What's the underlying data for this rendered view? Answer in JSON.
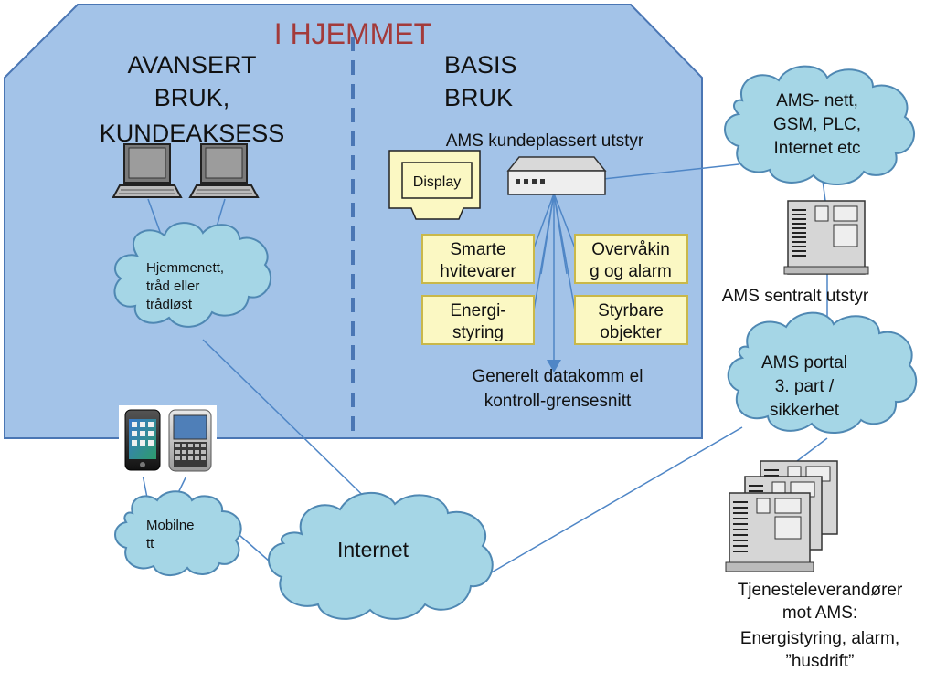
{
  "title": "I HJEMMET",
  "colors": {
    "home_fill": "#a3c3e8",
    "home_stroke": "#4a76b4",
    "cloud_fill": "#a5d6e6",
    "cloud_stroke": "#4f88b3",
    "box_fill": "#fbf8c3",
    "box_stroke": "#c9b84a",
    "title_color": "#a33a3a",
    "line_color": "#4f86c6"
  },
  "left_section": {
    "lines": [
      "AVANSERT",
      "BRUK,",
      "KUNDEAKSESS"
    ]
  },
  "right_section": {
    "lines": [
      "BASIS",
      "BRUK"
    ]
  },
  "ams_equipment_label": "AMS kundeplassert utstyr",
  "display_label": "Display",
  "feature_boxes": {
    "smart_appliances": [
      "Smarte",
      "hvitevarer"
    ],
    "monitoring_alarm": [
      "Overvåkin",
      "g og alarm"
    ],
    "energy_control": [
      "Energi-",
      "styring"
    ],
    "controllable_objects": [
      "Styrbare",
      "objekter"
    ]
  },
  "datacomm_label": [
    "Generelt datakomm el",
    "kontroll-grensesnitt"
  ],
  "clouds": {
    "home_network": [
      "Hjemmenett,",
      "tråd eller",
      "trådløst"
    ],
    "ams_network": [
      "AMS- nett,",
      "GSM, PLC,",
      "Internet etc"
    ],
    "ams_portal": [
      "AMS portal",
      "3. part /",
      "sikkerhet"
    ],
    "mobile_network": [
      "Mobilne",
      "tt"
    ],
    "internet": "Internet"
  },
  "ams_central_label": "AMS sentralt utstyr",
  "service_providers_label": [
    "Tjenesteleverandører",
    "mot AMS:",
    "Energistyring, alarm,",
    "”husdrift”"
  ],
  "icons": [
    "laptop-icon",
    "laptop-icon",
    "display-icon",
    "router-icon",
    "server-icon",
    "smartphone-icon",
    "blackberry-phone-icon",
    "server-stack-icon"
  ]
}
